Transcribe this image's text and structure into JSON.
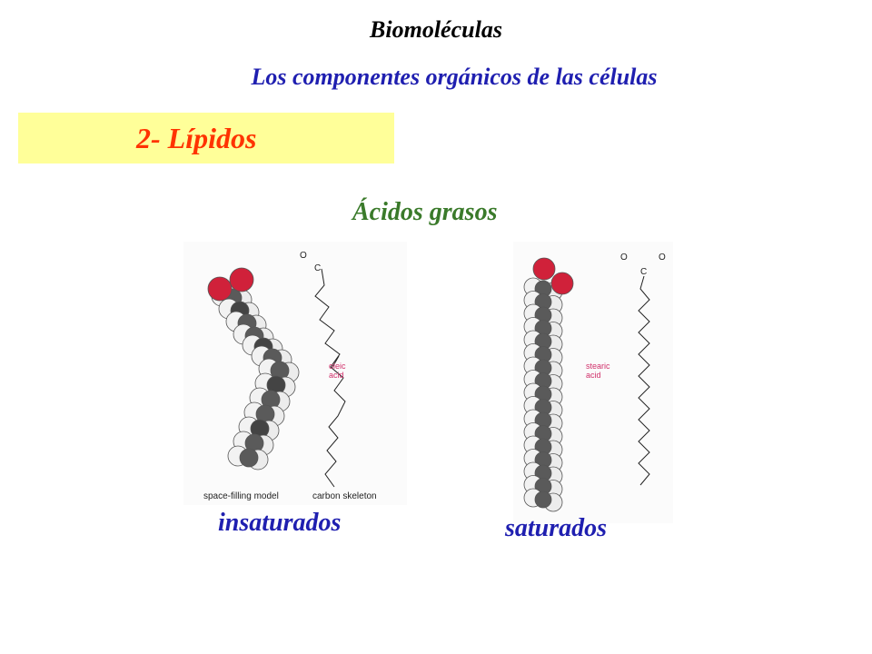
{
  "header": {
    "title": "Biomoléculas",
    "subtitle": "Los componentes orgánicos de las células"
  },
  "section": {
    "title": "2- Lípidos"
  },
  "topic": {
    "title": "Ácidos grasos"
  },
  "figures": {
    "unsaturated": {
      "model_label": "space-filling model",
      "skeleton_label": "carbon skeleton",
      "acid_line1": "oleic",
      "acid_line2": "acid",
      "carboxyl_oxygen": "O",
      "carboxyl_carbon": "C",
      "caption": "insaturados"
    },
    "saturated": {
      "acid_line1": "stearic",
      "acid_line2": "acid",
      "carboxyl_left": "O",
      "carboxyl_carbon": "C",
      "carboxyl_right": "O",
      "caption": "saturados"
    }
  },
  "colors": {
    "title": "#000000",
    "subtitle": "#1f1fb0",
    "section_band": "#ffff99",
    "section_title": "#ff3300",
    "topic": "#3a7a2a",
    "oxygen_atom": "#d0213a",
    "acid_label": "#d0306a"
  }
}
